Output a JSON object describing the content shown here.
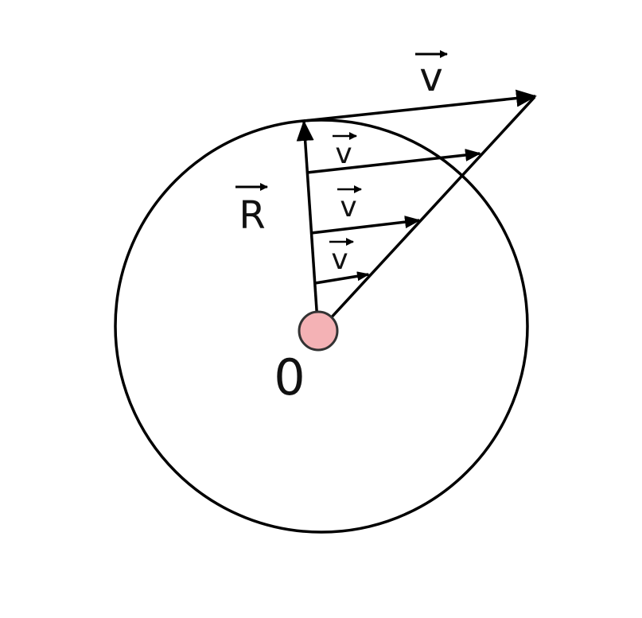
{
  "diagram": {
    "labels": {
      "outer_velocity": "v",
      "radius": "R",
      "inner_velocity_1": "v",
      "inner_velocity_2": "v",
      "inner_velocity_3": "v",
      "origin": "0"
    },
    "colors": {
      "stroke": "#000000",
      "center_fill": "#f4b2b5",
      "center_stroke": "#333333",
      "text": "#111111"
    }
  }
}
